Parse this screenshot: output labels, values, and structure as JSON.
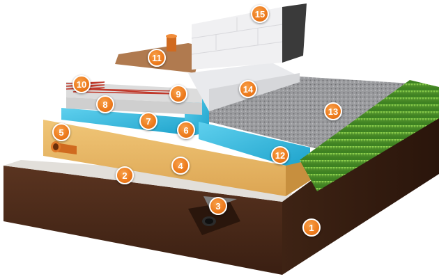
{
  "layers": [
    {
      "id": 1,
      "name": "soil",
      "color": "#4a2a1a"
    },
    {
      "id": 2,
      "name": "sand-base",
      "color": "#e2dfda"
    },
    {
      "id": 3,
      "name": "drain-pipe",
      "color": "#3a3a3a"
    },
    {
      "id": 4,
      "name": "compacted-sand",
      "color": "#e8b866"
    },
    {
      "id": 5,
      "name": "pipe",
      "color": "#e07a2a"
    },
    {
      "id": 6,
      "name": "insulation-vertical",
      "color": "#29b3d9"
    },
    {
      "id": 7,
      "name": "insulation-slab",
      "color": "#33c0e3"
    },
    {
      "id": 8,
      "name": "concrete-slab",
      "color": "#d9d9d9"
    },
    {
      "id": 9,
      "name": "screed",
      "color": "#c9c9c9"
    },
    {
      "id": 10,
      "name": "heating-cable",
      "color": "#c0392b"
    },
    {
      "id": 11,
      "name": "floor-finish",
      "color": "#b07a4f"
    },
    {
      "id": 12,
      "name": "blind-area-insulation",
      "color": "#29b3d9"
    },
    {
      "id": 13,
      "name": "gravel",
      "color": "#8f9093"
    },
    {
      "id": 14,
      "name": "foundation-wall",
      "color": "#e9eaed"
    },
    {
      "id": 15,
      "name": "block-wall",
      "color": "#f0f0f2"
    }
  ],
  "callouts": [
    "1",
    "2",
    "3",
    "4",
    "5",
    "6",
    "7",
    "8",
    "9",
    "10",
    "11",
    "12",
    "13",
    "14",
    "15"
  ]
}
